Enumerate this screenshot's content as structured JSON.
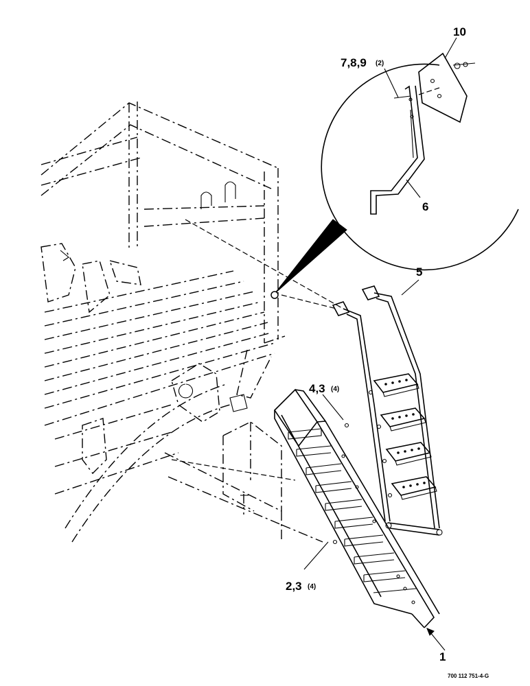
{
  "callouts": {
    "c10": "10",
    "c789": "7,8,9",
    "c789_qty": "(2)",
    "c6": "6",
    "c5": "5",
    "c43": "4,3",
    "c43_qty": "(4)",
    "c23": "2,3",
    "c23_qty": "(4)",
    "c1": "1"
  },
  "drawing_number": "700 112 751-4-G"
}
